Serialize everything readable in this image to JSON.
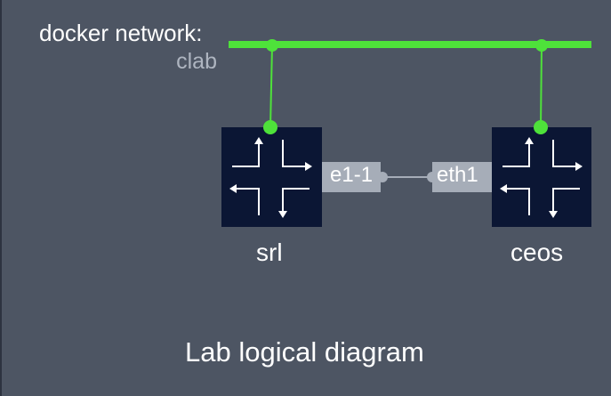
{
  "network": {
    "title": "docker network:",
    "name": "clab"
  },
  "nodes": [
    {
      "label": "srl",
      "interface": "e1-1"
    },
    {
      "label": "ceos",
      "interface": "eth1"
    }
  ],
  "caption": "Lab logical diagram",
  "colors": {
    "background": "#4d5563",
    "network_bus": "#4ee23a",
    "node_fill": "#0b1634",
    "interface_tag": "#a6adb8",
    "link": "#a6adb8"
  },
  "icons": [
    "router-icon",
    "router-icon"
  ]
}
